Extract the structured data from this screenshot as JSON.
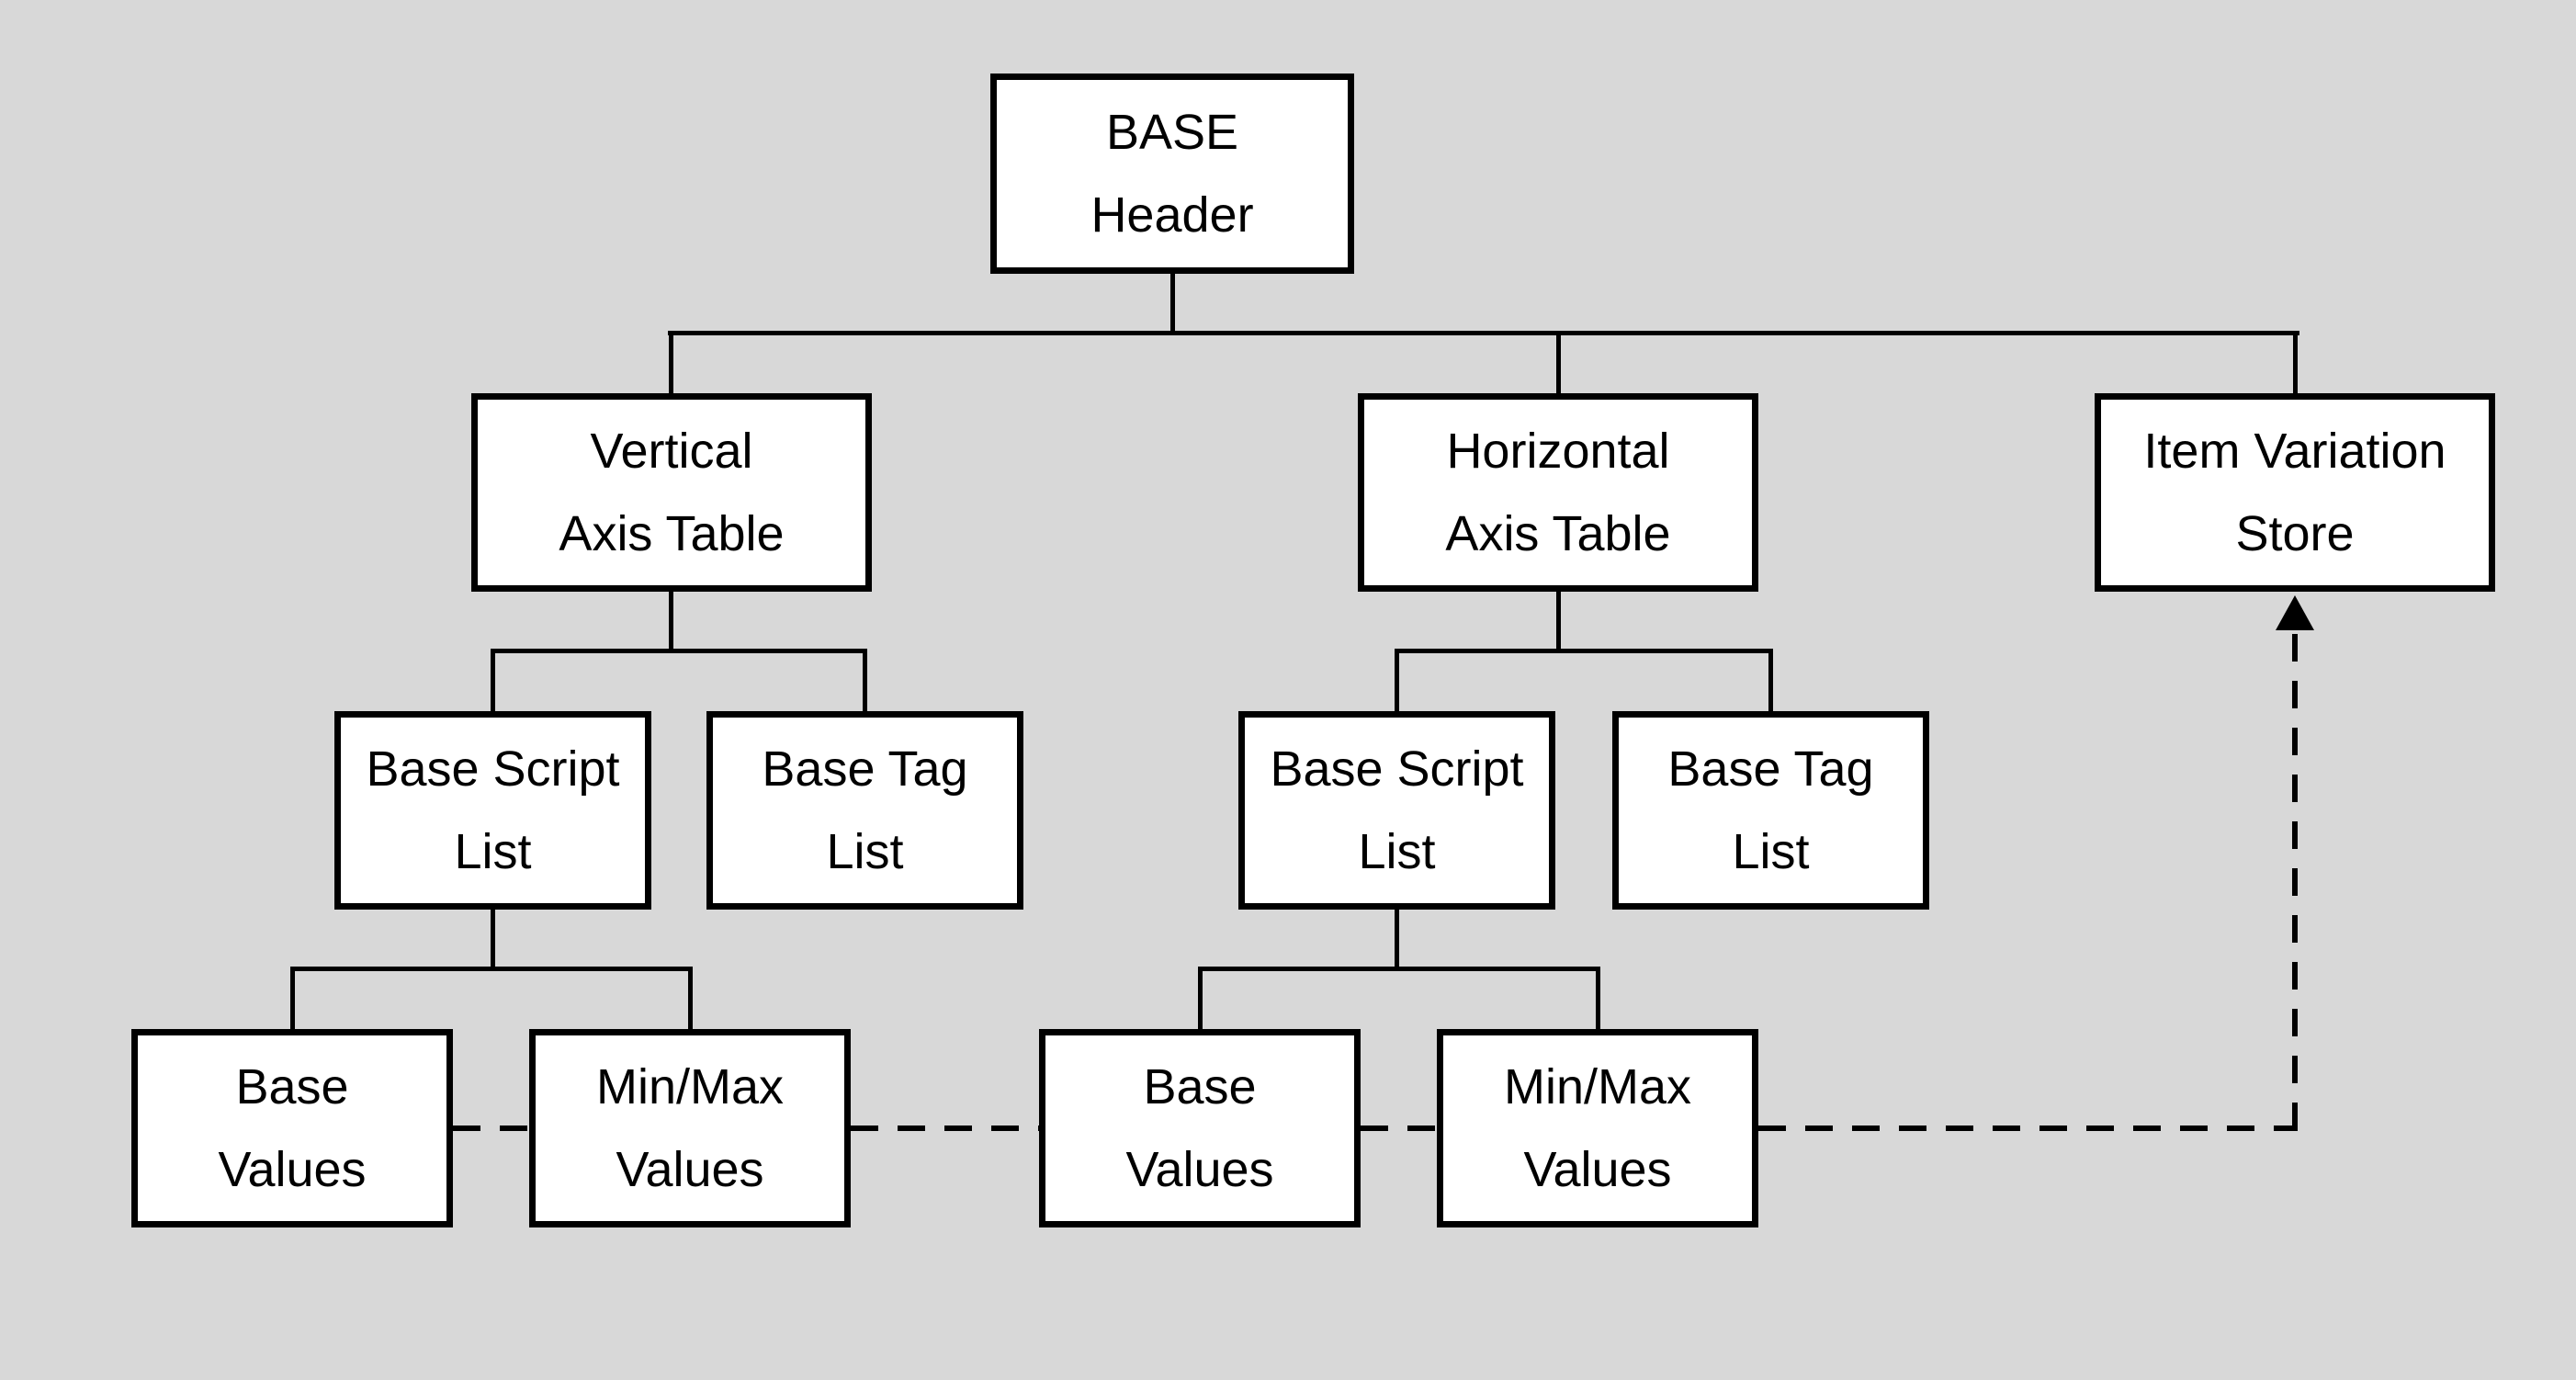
{
  "diagram": {
    "title": "BASE table structure diagram",
    "colors": {
      "background": "#d8d8d8",
      "box_fill": "#ffffff",
      "box_border": "#000000",
      "line": "#000000",
      "text": "#000000"
    },
    "nodes": {
      "base_header": {
        "line1": "BASE",
        "line2": "Header"
      },
      "vertical_axis_table": {
        "line1": "Vertical",
        "line2": "Axis Table"
      },
      "horizontal_axis_table": {
        "line1": "Horizontal",
        "line2": "Axis Table"
      },
      "item_variation_store": {
        "line1": "Item Variation",
        "line2": "Store"
      },
      "base_script_list_left": {
        "line1": "Base Script",
        "line2": "List"
      },
      "base_tag_list_left": {
        "line1": "Base Tag",
        "line2": "List"
      },
      "base_script_list_right": {
        "line1": "Base Script",
        "line2": "List"
      },
      "base_tag_list_right": {
        "line1": "Base Tag",
        "line2": "List"
      },
      "base_values_left": {
        "line1": "Base",
        "line2": "Values"
      },
      "minmax_values_left": {
        "line1": "Min/Max",
        "line2": "Values"
      },
      "base_values_right": {
        "line1": "Base",
        "line2": "Values"
      },
      "minmax_values_right": {
        "line1": "Min/Max",
        "line2": "Values"
      }
    },
    "edges": [
      {
        "from": "base_header",
        "to": "vertical_axis_table",
        "style": "solid"
      },
      {
        "from": "base_header",
        "to": "horizontal_axis_table",
        "style": "solid"
      },
      {
        "from": "base_header",
        "to": "item_variation_store",
        "style": "solid"
      },
      {
        "from": "vertical_axis_table",
        "to": "base_script_list_left",
        "style": "solid"
      },
      {
        "from": "vertical_axis_table",
        "to": "base_tag_list_left",
        "style": "solid"
      },
      {
        "from": "horizontal_axis_table",
        "to": "base_script_list_right",
        "style": "solid"
      },
      {
        "from": "horizontal_axis_table",
        "to": "base_tag_list_right",
        "style": "solid"
      },
      {
        "from": "base_script_list_left",
        "to": "base_values_left",
        "style": "solid"
      },
      {
        "from": "base_script_list_left",
        "to": "minmax_values_left",
        "style": "solid"
      },
      {
        "from": "base_script_list_right",
        "to": "base_values_right",
        "style": "solid"
      },
      {
        "from": "base_script_list_right",
        "to": "minmax_values_right",
        "style": "solid"
      },
      {
        "from": "base_values_left",
        "to": "minmax_values_left",
        "style": "dashed"
      },
      {
        "from": "minmax_values_left",
        "to": "base_values_right",
        "style": "dashed"
      },
      {
        "from": "base_values_right",
        "to": "minmax_values_right",
        "style": "dashed"
      },
      {
        "from": "minmax_values_right",
        "to": "item_variation_store",
        "style": "dashed-arrow"
      }
    ]
  }
}
